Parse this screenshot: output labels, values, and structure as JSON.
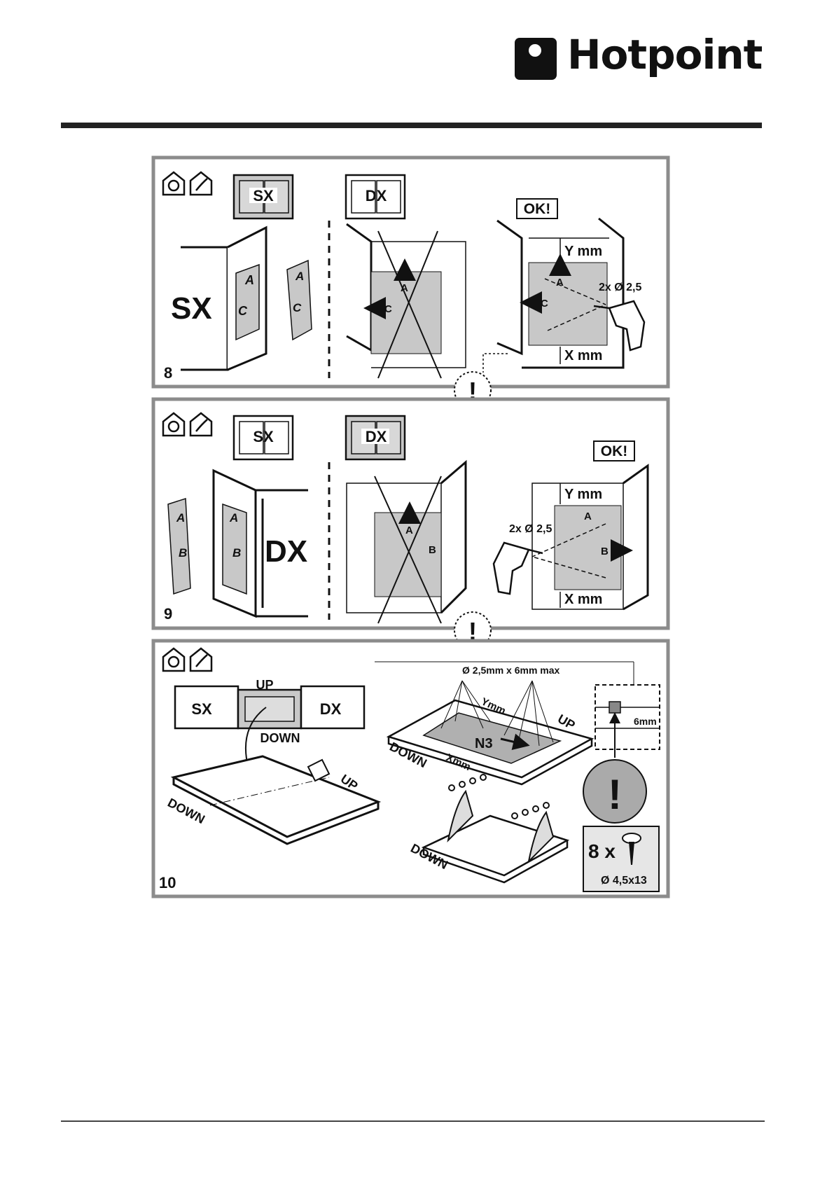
{
  "brand": {
    "name": "Hotpoint"
  },
  "panels": [
    {
      "step": "8",
      "side_left": "SX",
      "side_right": "DX",
      "big_label": "SX",
      "ok": "OK!",
      "y_mm": "Y mm",
      "x_mm": "X mm",
      "drill": "2x Ø 2,5",
      "mark_a": "A",
      "mark_c": "C"
    },
    {
      "step": "9",
      "side_left": "SX",
      "side_right": "DX",
      "big_label": "DX",
      "ok": "OK!",
      "y_mm": "Y mm",
      "x_mm": "X mm",
      "drill": "2x Ø 2,5",
      "mark_a": "A",
      "mark_b": "B"
    },
    {
      "step": "10",
      "up": "UP",
      "down": "DOWN",
      "side_left": "SX",
      "side_right": "DX",
      "hole_spec": "Ø 2,5mm x 6mm max",
      "y_mm": "Ymm",
      "x_mm": "Xmm",
      "n3": "N3",
      "depth": "6mm",
      "screw_count": "8 x",
      "screw_spec": "Ø 4,5x13"
    }
  ],
  "warning": "!",
  "colors": {
    "panel_border": "#8c8c8c",
    "fill_gray": "#c8c8c8",
    "ink": "#111111"
  }
}
